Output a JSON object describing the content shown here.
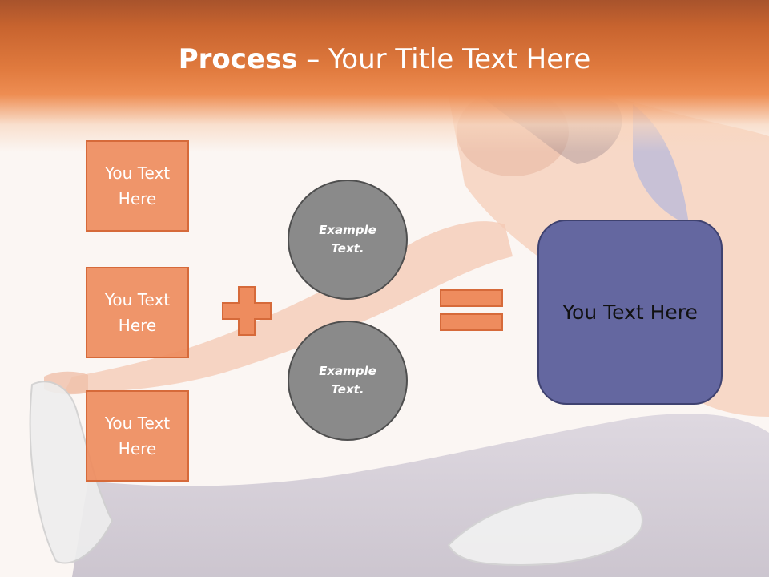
{
  "title": {
    "bold": "Process",
    "rest": " – Your Title Text Here"
  },
  "inputs": [
    {
      "label": "You Text Here"
    },
    {
      "label": "You Text Here"
    },
    {
      "label": "You Text Here"
    }
  ],
  "circles": [
    {
      "label": "Example Text."
    },
    {
      "label": "Example Text."
    }
  ],
  "result": {
    "label": "You Text Here"
  },
  "colors": {
    "header": "#e07a3e",
    "box_fill": "#ee8c5e",
    "circle_fill": "#8a8a8a",
    "result_fill": "#6467a0"
  },
  "icons": [
    "plus-icon",
    "equals-icon"
  ]
}
